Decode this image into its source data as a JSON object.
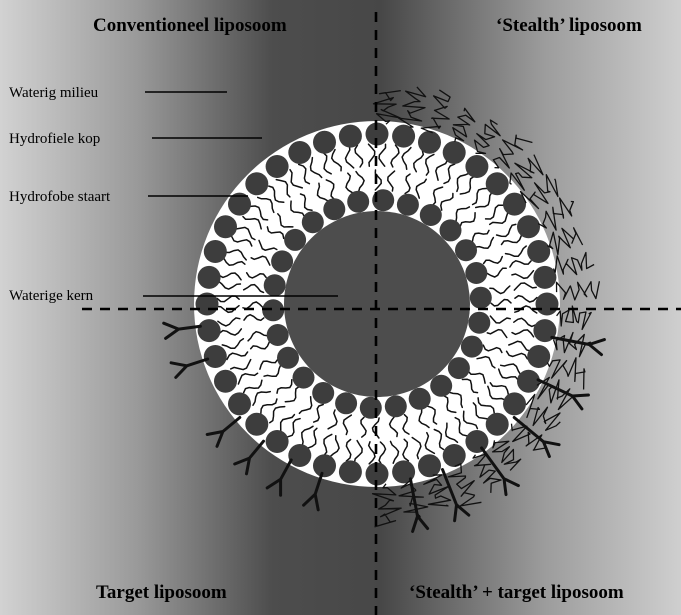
{
  "quadrants": {
    "top_left": "Conventioneel liposoom",
    "top_right": "‘Stealth’ liposoom",
    "bottom_left": "Target liposoom",
    "bottom_right": "‘Stealth’ + target liposoom"
  },
  "labels": {
    "aqueous_medium": "Waterig milieu",
    "hydrophilic_head": "Hydrofiele kop",
    "hydrophobic_tail": "Hydrofobe staart",
    "aqueous_core": "Waterige kern"
  },
  "colors": {
    "headgroup": "#3d3d3d",
    "background_light": "#cfcfcf",
    "background_dark": "#4a4a4a",
    "line": "#000000"
  }
}
